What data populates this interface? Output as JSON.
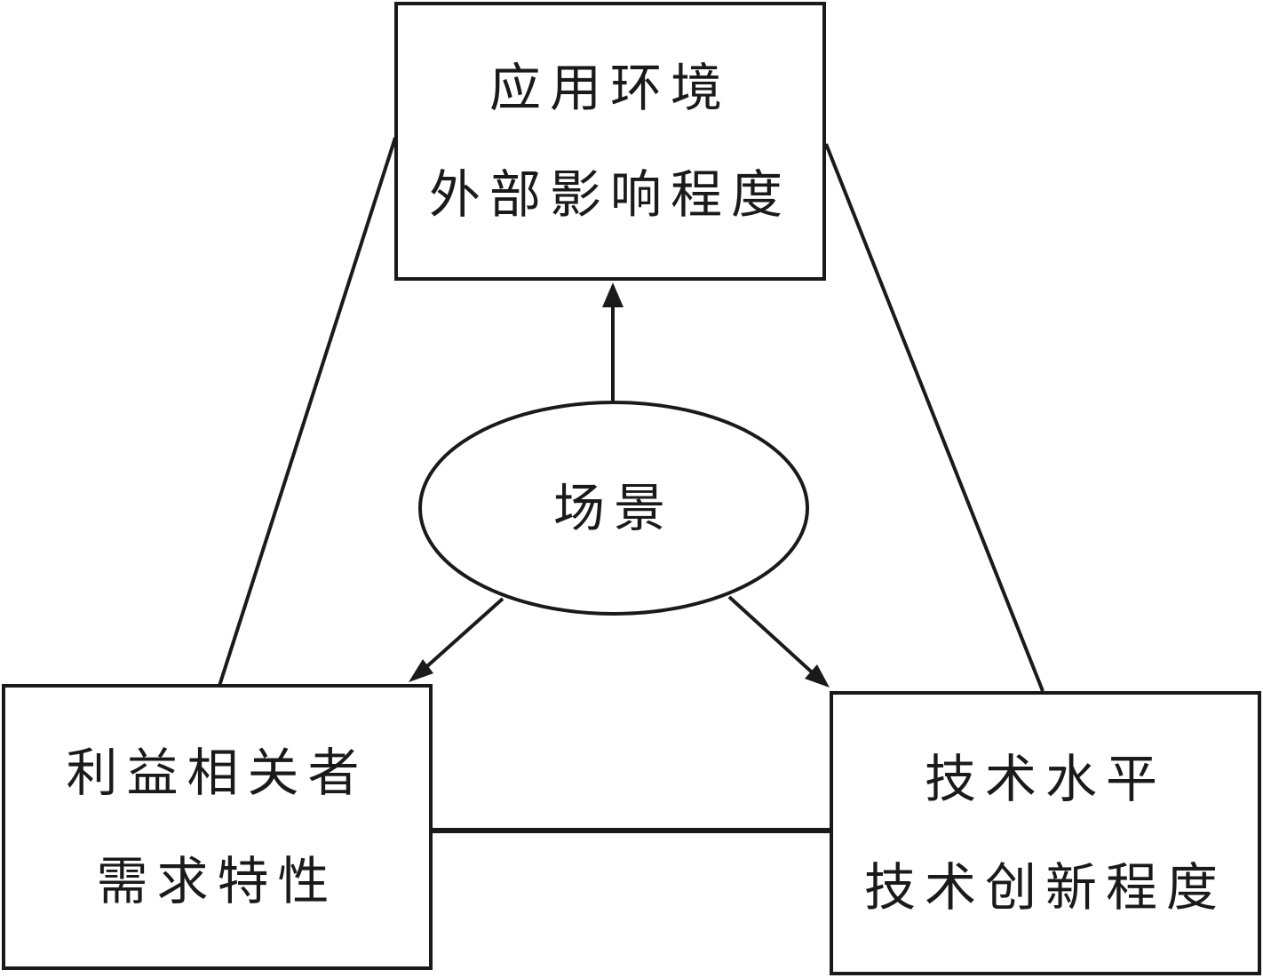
{
  "diagram": {
    "center": {
      "label": "场景"
    },
    "top": {
      "line1": "应用环境",
      "line2": "外部影响程度"
    },
    "left": {
      "line1": "利益相关者",
      "line2": "需求特性"
    },
    "right": {
      "line1": "技术水平",
      "line2": "技术创新程度"
    },
    "colors": {
      "stroke": "#1a1a1a",
      "background": "#ffffff"
    }
  }
}
